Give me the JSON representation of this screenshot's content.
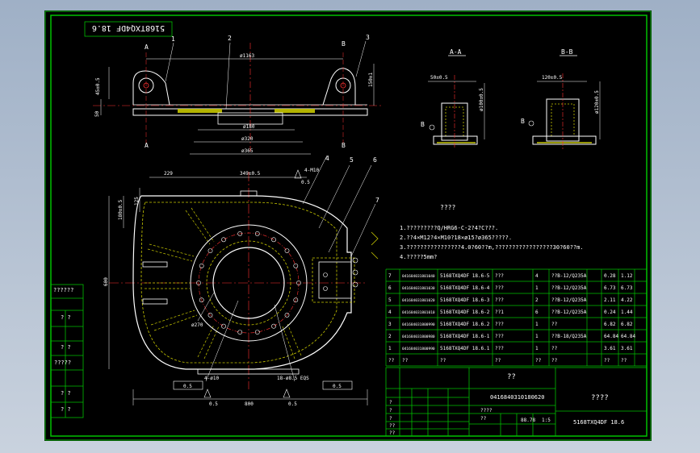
{
  "drawing": {
    "code_box": "5168TXQ4DF 18.6",
    "callouts": [
      "1",
      "2",
      "3",
      "4",
      "5",
      "6",
      "7"
    ],
    "section_aa_title": "A-A",
    "section_bb_title": "B-B",
    "cut_labels": [
      "A",
      "A",
      "B",
      "B",
      "B",
      "B"
    ],
    "dims": {
      "top_width": "ø1163",
      "bore_top": "ø180",
      "bore_mid": "ø320",
      "base_mid": "ø365",
      "left_h1": "45±0.5",
      "left_h2": "50",
      "right_h": "150±1",
      "aa_w": "50±0.5",
      "aa_h": "ø100±0.5",
      "bb_w": "120±0.5",
      "bb_h": "ø120±0.5",
      "plan_w1": "229",
      "plan_w2": "349±0.5",
      "plan_h1": "125",
      "plan_h2": "180±0.5",
      "plan_overall_h": "600",
      "plan_overall_w": "800",
      "pcd_label": "ø270",
      "hole_label": "4-ø10",
      "hole_label2": "4-M10",
      "hole_label3": "18-ø8.5 EQS"
    },
    "tolerance_boxes": [
      "0.5",
      "0.5"
    ],
    "roughness": [
      "0.5",
      "0.5",
      "0.5"
    ]
  },
  "notes": {
    "heading": "????",
    "lines": [
      "1.?????????Q/HRG6-C-2?4?C???.",
      "2.??4×M12?4×M10?18×ø15?ø365?????.",
      "3.????????????????4.0?60??m,?????????????????30?60??m.",
      "4.?????5mm?"
    ]
  },
  "bom": {
    "rows": [
      {
        "no": "7",
        "code": "041684031801040",
        "name": "5168TXQ4DF 18.6-5",
        "desc": "???",
        "qty": "4",
        "mat": "??B-12/Q235A",
        "w1": "0.28",
        "w2": "1.12"
      },
      {
        "no": "6",
        "code": "041684031801030",
        "name": "5168TXQ4DF 18.6-4",
        "desc": "???",
        "qty": "1",
        "mat": "??B-12/Q235A",
        "w1": "6.73",
        "w2": "6.73"
      },
      {
        "no": "5",
        "code": "041684031801020",
        "name": "5168TXQ4DF 18.6-3",
        "desc": "???",
        "qty": "2",
        "mat": "??B-12/Q235A",
        "w1": "2.11",
        "w2": "4.22"
      },
      {
        "no": "4",
        "code": "041684031801010",
        "name": "5168TXQ4DF 18.6-2",
        "desc": "??1",
        "qty": "6",
        "mat": "??B-12/Q235A",
        "w1": "0.24",
        "w2": "1.44"
      },
      {
        "no": "3",
        "code": "041684031800990",
        "name": "5168TXQ4DF 18.6.2",
        "desc": "???",
        "qty": "1",
        "mat": "??",
        "w1": "6.82",
        "w2": "6.82"
      },
      {
        "no": "2",
        "code": "041684031800980",
        "name": "5168TXQ4DF 18.6-1",
        "desc": "???",
        "qty": "1",
        "mat": "??B-18/Q235A",
        "w1": "64.84",
        "w2": "64.84"
      },
      {
        "no": "1",
        "code": "041684031800990",
        "name": "5168TXQ4DF 18.6.1",
        "desc": "???",
        "qty": "1",
        "mat": "??",
        "w1": "3.61",
        "w2": "3.61"
      }
    ],
    "header": [
      "??",
      "??",
      "??",
      "??",
      "??",
      "??",
      "??",
      "??"
    ]
  },
  "title_block": {
    "drawing_name": "??",
    "drawing_code": "0416840310180620",
    "drawing_no": "5168TXQ4DF 18.6",
    "product": "????",
    "scale": "1:5",
    "weight": "88.78",
    "labels": [
      "?",
      "?",
      "?",
      "??",
      "??",
      "????",
      "??"
    ]
  },
  "left_strip": {
    "labels": [
      "??????",
      "? ?",
      "? ?",
      "?????",
      "? ?",
      "? ?"
    ]
  }
}
